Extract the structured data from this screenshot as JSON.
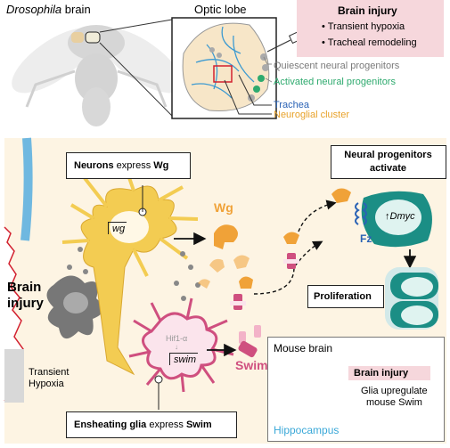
{
  "top": {
    "drosophila_italic": "Drosophila",
    "brain_word": " brain",
    "optic_lobe": "Optic lobe",
    "injury_box": {
      "title": "Brain injury",
      "items": [
        "Transient hypoxia",
        "Tracheal remodeling"
      ]
    },
    "legend": {
      "quiescent": "Quiescent neural progenitors",
      "activated": "Activated neural progenitors",
      "trachea": "Trachea",
      "neuroglial": "Neuroglial cluster"
    }
  },
  "bottom": {
    "neurons_box": {
      "bold1": "Neurons",
      "mid": " express ",
      "bold2": "Wg"
    },
    "wg_gene": "wg",
    "wg_protein": "Wg",
    "brain_injury": [
      "Brain",
      "injury"
    ],
    "transient_hypoxia": [
      "Transient",
      "Hypoxia"
    ],
    "hif": "Hif1-α",
    "swim_gene": "swim",
    "swim_protein": "Swim",
    "glia_box": {
      "bold1": "Ensheating glia",
      "mid": " express ",
      "bold2": "Swim"
    },
    "np_box": [
      "Neural progenitors",
      "activate"
    ],
    "dmyc": "Dmyc",
    "up_arrow": "↑",
    "fz": "Fz",
    "proliferation": "Proliferation",
    "mouse": {
      "title": "Mouse brain",
      "injury_title": "Brain injury",
      "injury_text": [
        "Glia upregulate",
        "mouse Swim"
      ],
      "hippocampus": "Hippocampus"
    }
  },
  "colors": {
    "pink_box": "#f6d7dc",
    "neuron": "#f3cc52",
    "glia": "#cf4f7f",
    "wg": "#f0a238",
    "np": "#1b8e85",
    "trachea": "#3d9ad1",
    "injury_red": "#d2202f"
  }
}
